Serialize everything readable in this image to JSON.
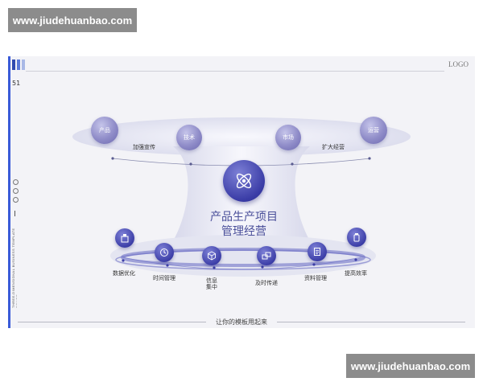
{
  "watermark": {
    "top": "www.jiudehuanbao.com",
    "bottom": "www.jiudehuanbao.com"
  },
  "slide": {
    "logo": "LOGO",
    "page_number": "51",
    "side_text": "THREE-DIMENSIONAL BUSINESS TEMPLATE POWER",
    "title_line1": "产品生产项目",
    "title_line2": "管理经营",
    "subtitle": "让你的模板用起来",
    "top_nodes": [
      "产品",
      "技术",
      "市场",
      "运营"
    ],
    "top_labels": [
      "加强宣传",
      "扩大经营"
    ],
    "bottom_labels": [
      "数据优化",
      "时间管理",
      "信息集中",
      "及时传递",
      "资料管理",
      "提高效率"
    ]
  },
  "colors": {
    "accent": "#3a5bd8",
    "node_light": "#8f8cc8",
    "node_dark": "#3d3fa8",
    "background": "#f3f3f7"
  }
}
